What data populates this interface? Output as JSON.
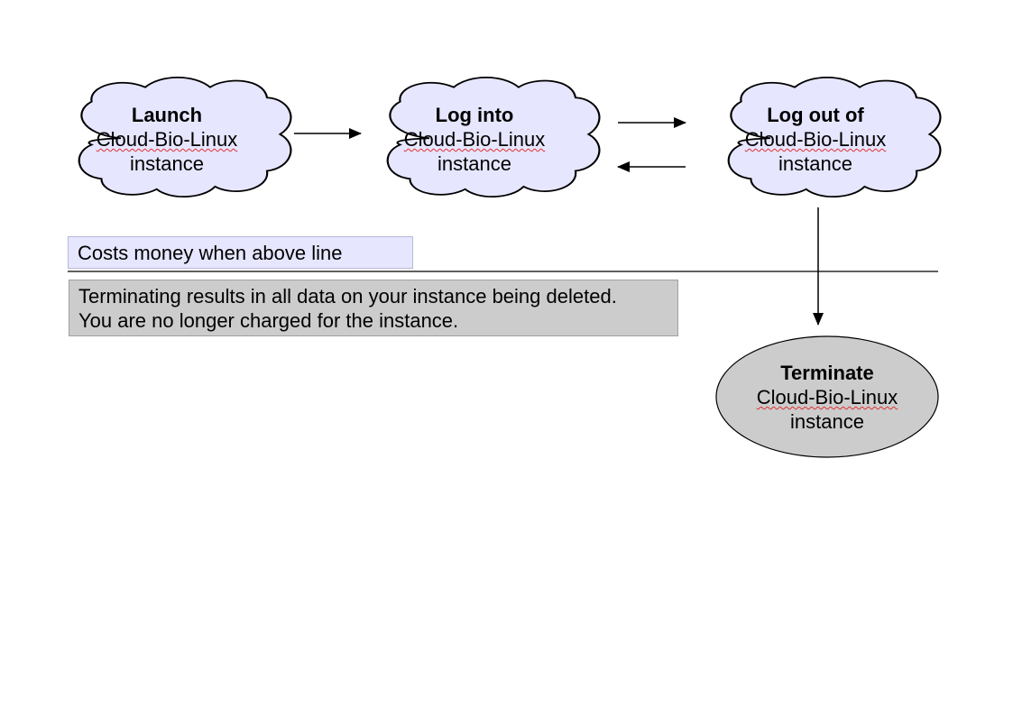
{
  "nodes": {
    "launch": {
      "title": "Launch",
      "name": "Cloud-Bio-Linux",
      "suffix": "instance",
      "color": "#e6e6ff"
    },
    "login": {
      "title": "Log into",
      "name": "Cloud-Bio-Linux",
      "suffix": "instance",
      "color": "#e6e6ff"
    },
    "logout": {
      "title": "Log out of",
      "name": "Cloud-Bio-Linux",
      "suffix": "instance",
      "color": "#e6e6ff"
    },
    "terminate": {
      "title": "Terminate",
      "name": "Cloud-Bio-Linux",
      "suffix": "instance",
      "color": "#cccccc"
    }
  },
  "notes": {
    "cost": "Costs money when above line",
    "terminate_line1": "Terminating results in all data on your instance being deleted.",
    "terminate_line2": "You are no longer charged for the instance."
  },
  "edges": [
    {
      "from": "launch",
      "to": "login"
    },
    {
      "from": "login",
      "to": "logout"
    },
    {
      "from": "logout",
      "to": "login"
    },
    {
      "from": "logout",
      "to": "terminate"
    }
  ]
}
